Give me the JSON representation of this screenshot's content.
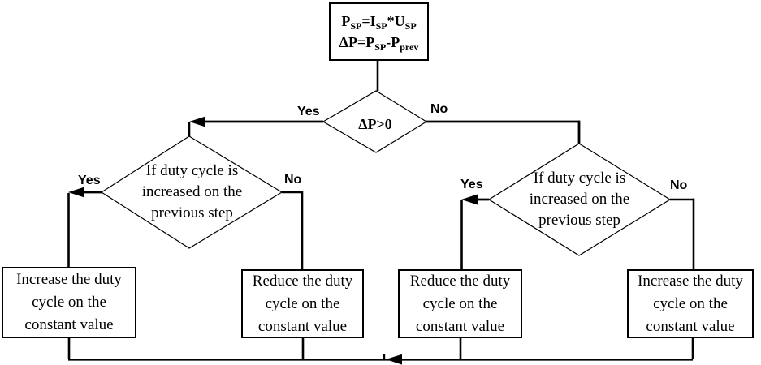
{
  "figure": {
    "background": "#ffffff",
    "line_color": "#000000"
  },
  "start_box": {
    "line1": [
      {
        "t": "P",
        "sub": "SP"
      },
      {
        "t": "=I",
        "sub": "SP"
      },
      {
        "t": "*U",
        "sub": "SP"
      }
    ],
    "line2": [
      {
        "t": "ΔP=P",
        "sub": "SP"
      },
      {
        "t": "-P",
        "sub": "prev"
      }
    ]
  },
  "decisions": {
    "root": {
      "label": "ΔP>0",
      "yes": "Yes",
      "no": "No"
    },
    "left": {
      "label": "If duty cycle is increased on the previous step",
      "yes": "Yes",
      "no": "No"
    },
    "right": {
      "label": "If duty cycle is increased on the previous step",
      "yes": "Yes",
      "no": "No"
    }
  },
  "actions": [
    {
      "label": "Increase the duty cycle on the constant value"
    },
    {
      "label": "Reduce the duty cycle on the constant value"
    },
    {
      "label": "Reduce the duty cycle on the constant value"
    },
    {
      "label": "Increase the duty cycle on the constant value"
    }
  ]
}
